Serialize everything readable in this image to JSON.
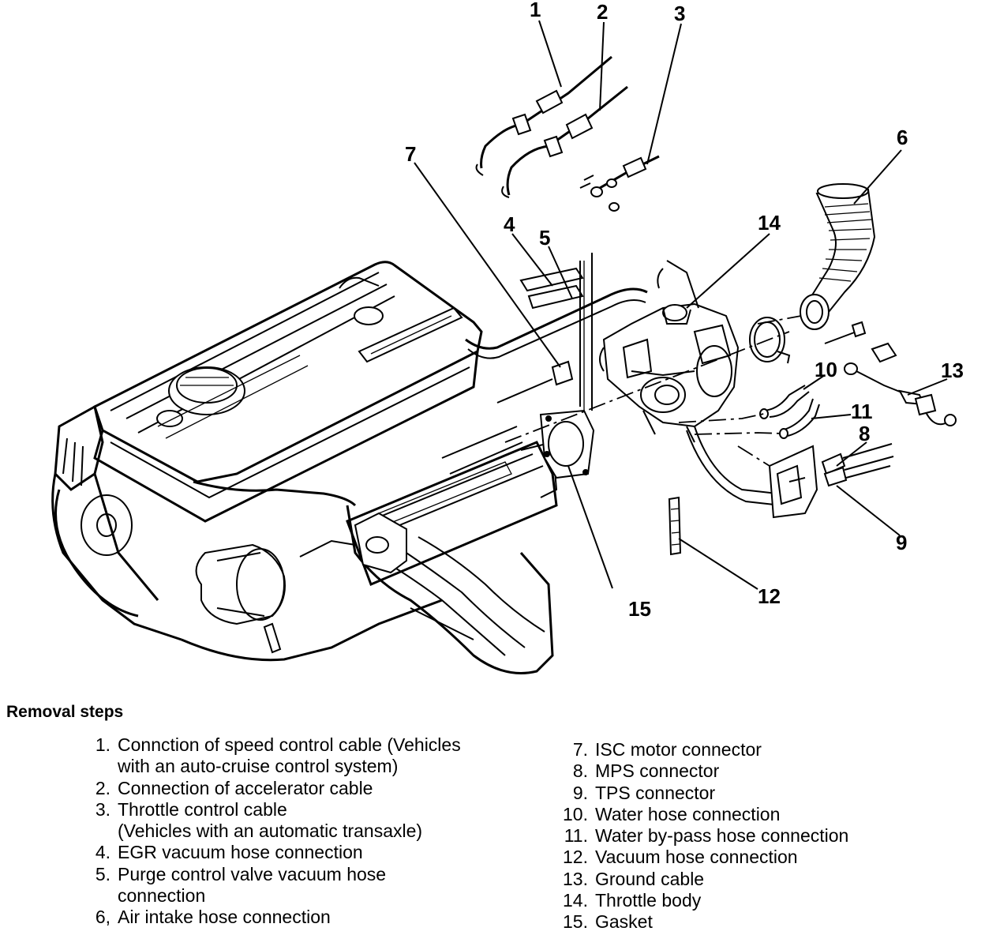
{
  "callouts": [
    "1",
    "2",
    "3",
    "4",
    "5",
    "6",
    "7",
    "8",
    "9",
    "10",
    "11",
    "12",
    "13",
    "14",
    "15"
  ],
  "heading": "Removal steps",
  "steps_left": [
    {
      "num": "1.",
      "lines": [
        "Connction of speed control cable (Vehicles",
        "with an auto-cruise control system)"
      ]
    },
    {
      "num": "2.",
      "lines": [
        "Connection of accelerator cable"
      ]
    },
    {
      "num": "3.",
      "lines": [
        "Throttle control cable",
        "(Vehicles with an automatic transaxle)"
      ]
    },
    {
      "num": "4.",
      "lines": [
        "EGR vacuum hose connection"
      ]
    },
    {
      "num": "5.",
      "lines": [
        "Purge control valve vacuum hose",
        "connection"
      ]
    },
    {
      "num": "6,",
      "lines": [
        "Air intake hose connection"
      ]
    }
  ],
  "steps_right": [
    {
      "num": "7.",
      "text": "ISC motor connector"
    },
    {
      "num": "8.",
      "text": "MPS connector"
    },
    {
      "num": "9.",
      "text": "TPS connector"
    },
    {
      "num": "10.",
      "text": "Water hose connection"
    },
    {
      "num": "11.",
      "text": "Water by-pass hose connection"
    },
    {
      "num": "12.",
      "text": "Vacuum hose connection"
    },
    {
      "num": "13.",
      "text": "Ground cable"
    },
    {
      "num": "14.",
      "text": "Throttle body"
    },
    {
      "num": "15.",
      "text": "Gasket"
    }
  ]
}
